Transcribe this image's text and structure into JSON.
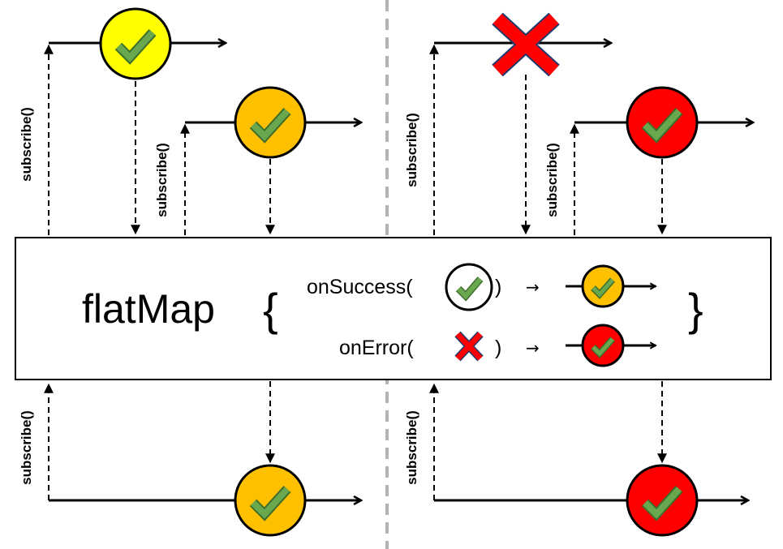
{
  "subscribe_label": "subscribe()",
  "operator": {
    "name": "flatMap",
    "open_brace": "{",
    "close_brace": "}",
    "success_text": "onSuccess(",
    "error_text": "onError(",
    "close_paren": ")",
    "maps_to": "→"
  },
  "colors": {
    "source_success": "#ffff00",
    "inner_success": "#ffc000",
    "error_result": "#ff0000",
    "check": "#6aa84f",
    "error_cross": "#ff0000",
    "resubscribe_arc": "#c00000",
    "divider": "#b3b3b3"
  },
  "icons": [
    "check-icon",
    "cross-icon",
    "arrow-right-icon"
  ],
  "panels": [
    {
      "name": "success-case",
      "source_result": "success",
      "inner_result": "success",
      "output_result": "success"
    },
    {
      "name": "error-case",
      "source_result": "error",
      "inner_result": "success",
      "output_result": "success"
    }
  ]
}
